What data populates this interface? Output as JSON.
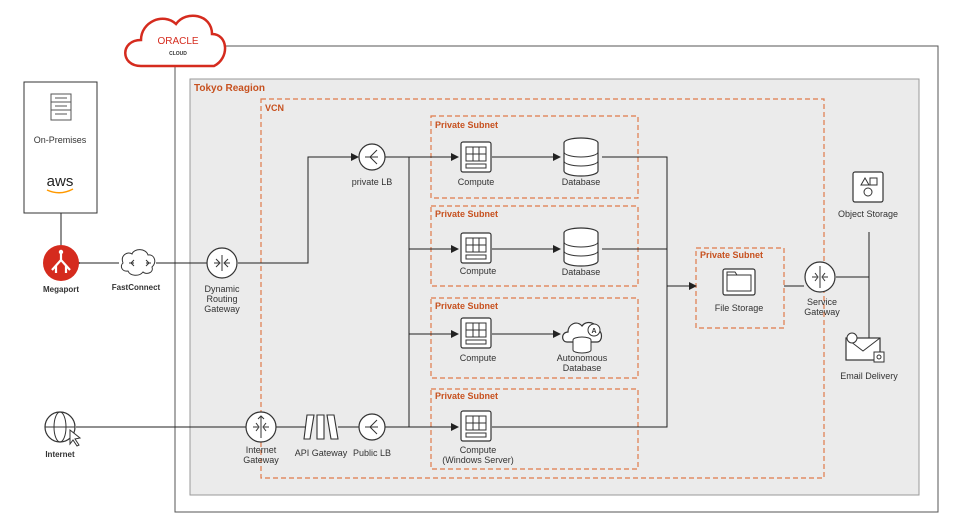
{
  "brand": {
    "logo_text": "ORACLE",
    "logo_sub": "CLOUD",
    "accent": "#c7511f"
  },
  "region": {
    "title": "Tokyo Reagion"
  },
  "vcn": {
    "title": "VCN"
  },
  "onprem": {
    "label": "On-Premises",
    "aws_label": "aws"
  },
  "megaport": {
    "label": "Megaport",
    "color": "#d52b1e"
  },
  "fastconnect": {
    "label": "FastConnect"
  },
  "drg": {
    "label_line1": "Dynamic",
    "label_line2": "Routing",
    "label_line3": "Gateway"
  },
  "internet": {
    "label": "Internet"
  },
  "igw": {
    "label_line1": "Internet",
    "label_line2": "Gateway"
  },
  "apigw": {
    "label": "API Gateway"
  },
  "public_lb": {
    "label": "Public LB"
  },
  "private_lb": {
    "label": "private LB"
  },
  "subnets": [
    {
      "title": "Private Subnet",
      "compute": "Compute",
      "db": "Database"
    },
    {
      "title": "Private Subnet",
      "compute": "Compute",
      "db": "Database"
    },
    {
      "title": "Private Subnet",
      "compute": "Compute",
      "db_line1": "Autonomous",
      "db_line2": "Database"
    },
    {
      "title": "Private Subnet",
      "compute_line1": "Compute",
      "compute_line2": "(Windows Server)"
    }
  ],
  "fs_subnet": {
    "title": "Private Subnet",
    "label": "File Storage"
  },
  "service_gw": {
    "label_line1": "Service",
    "label_line2": "Gateway"
  },
  "object_storage": {
    "label": "Object Storage"
  },
  "email": {
    "label": "Email Delivery"
  }
}
